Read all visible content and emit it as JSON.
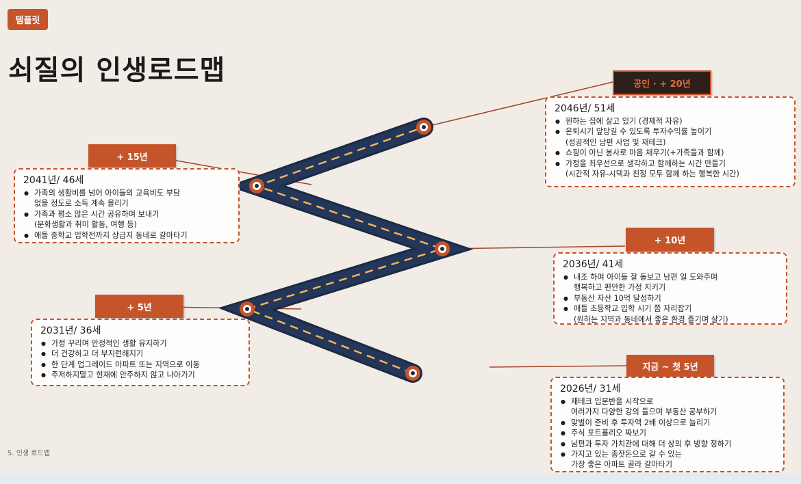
{
  "tag": "템플릿",
  "title": "쇠질의 인생로드맵",
  "footer": "5. 인생 로드맵",
  "colors": {
    "accent": "#c5542b",
    "road": "#1e2f4c",
    "background": "#f1ece6"
  },
  "milestones": [
    {
      "label": "지금 ~ 첫 5년",
      "year": "2026년/ 31세",
      "items": [
        [
          "재테크 입문반을 시작으로",
          "여러가지 다양한 강의 들으며 부동산 공부하기"
        ],
        [
          "맞벌이 준비 후 투자액 2배 이상으로 늘리기"
        ],
        [
          "주식 포트폴리오 짜보기"
        ],
        [
          "남편과 투자 가치관에 대해 더 상의 후 방향 정하기"
        ],
        [
          "가지고 있는 종잣돈으로 갈 수 있는",
          "가장 좋은 아파트 골라 갈아타기"
        ]
      ]
    },
    {
      "label": "+ 5년",
      "year": "2031년/ 36세",
      "items": [
        [
          "가정 꾸리며 안정적인 생활 유지하기"
        ],
        [
          "더 건강하고 더 부지런해지기"
        ],
        [
          "한 단계 업그레이드 아파트 또는 지역으로 이동"
        ],
        [
          "주저하지말고 현재에 안주하지 않고 나아가기"
        ]
      ]
    },
    {
      "label": "+ 10년",
      "year": "2036년/ 41세",
      "items": [
        [
          "내조 하며 아이들 잘 돌보고 남편 일 도와주며",
          "행복하고 편안한 가정 지키기"
        ],
        [
          "부동산 자산 10억 달성하기"
        ],
        [
          "애들 초등학교 입학 시기 쯤 자리잡기",
          "(원하는 지역과 동네에서 좋은 환경 즐기며 살기)"
        ]
      ]
    },
    {
      "label": "+ 15년",
      "year": "2041년/ 46세",
      "items": [
        [
          "가족의 생활비를 넘어 아이들의 교육비도 부담",
          "없을 정도로 소득 계속 올리기"
        ],
        [
          "가족과 평소 많은 시간 공유하며 보내기",
          "(문화생활과 취미 활동, 여행 등)"
        ],
        [
          "애들 중학교 입학전까지 상급지 동네로 갈아타기"
        ]
      ]
    },
    {
      "label": "공인 · + 20년",
      "year": "2046년/ 51세",
      "items": [
        [
          "원하는 집에 살고 있기 (경제적 자유)"
        ],
        [
          "은퇴시기 앞당길 수 있도록 투자수익률 높이기",
          "(성공적인 남편 사업 및 재테크)"
        ],
        [
          "쇼핑이 아닌 봉사로 마음 채우기(+가족들과 함께)"
        ],
        [
          "가정을 최우선으로 생각하고 함께하는 시간 만들기",
          "(시간적 자유-시댁과 친정 모두 함께 하는 행복한 시간)"
        ]
      ]
    }
  ]
}
